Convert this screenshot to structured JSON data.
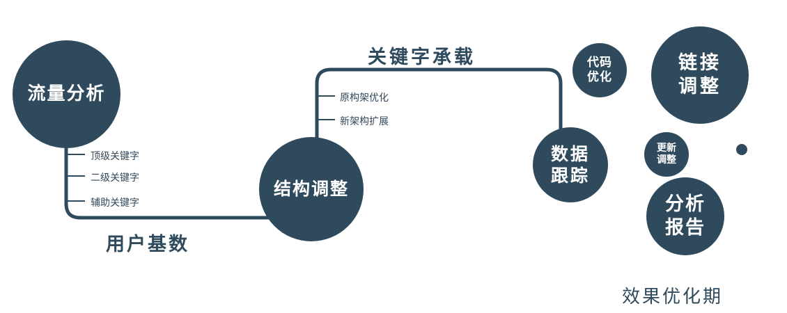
{
  "colors": {
    "primary": "#2e4a5c",
    "node_text": "#ffffff",
    "background": "#ffffff"
  },
  "nodes": {
    "traffic_analysis": {
      "label": "流量分析"
    },
    "structure_adjustment": {
      "label": "结构调整"
    },
    "data_tracking": {
      "line1": "数据",
      "line2": "跟踪"
    },
    "code_optimization": {
      "line1": "代码",
      "line2": "优化"
    },
    "link_adjustment": {
      "line1": "链接",
      "line2": "调整"
    },
    "update_adjustment": {
      "line1": "更新",
      "line2": "调整"
    },
    "analysis_report": {
      "line1": "分析",
      "line2": "报告"
    }
  },
  "edge_labels": {
    "user_base": "用户基数",
    "keyword_carry": "关键字承载"
  },
  "branch_labels": {
    "traffic": [
      "顶级关键字",
      "二级关键字",
      "辅助关键字"
    ],
    "structure": [
      "原构架优化",
      "新架构扩展"
    ]
  },
  "caption": "效果优化期"
}
